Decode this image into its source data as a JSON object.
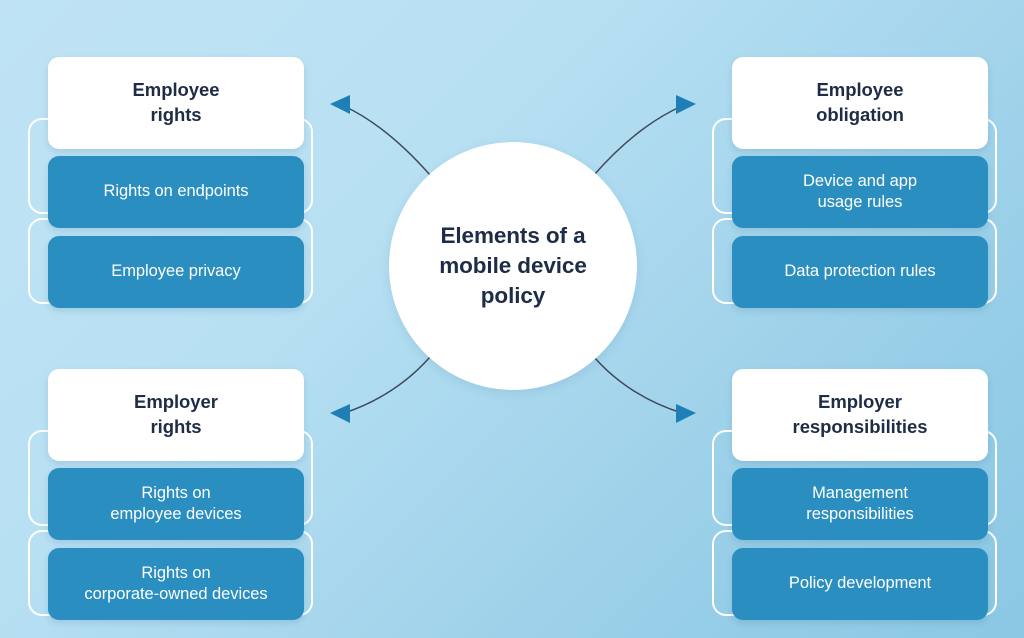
{
  "diagram": {
    "title": "Elements of a mobile device policy",
    "center": {
      "label": "Elements of a\nmobile device\npolicy"
    },
    "colors": {
      "background_top": "#bfe3f4",
      "background_bottom": "#8bc8e4",
      "card_blue": "#2a8ec0",
      "card_white": "#ffffff",
      "heading_text": "#1e2c46",
      "sub_text": "#ffffff",
      "ghost_outline": "#ffffff",
      "arrow_line": "#3e4a5a",
      "arrow_head": "#1d7fb5"
    },
    "quadrants": [
      {
        "id": "employee-rights",
        "position": "top-left",
        "heading": "Employee\nrights",
        "items": [
          {
            "label": "Rights on endpoints"
          },
          {
            "label": "Employee privacy"
          }
        ]
      },
      {
        "id": "employee-obligation",
        "position": "top-right",
        "heading": "Employee\nobligation",
        "items": [
          {
            "label": "Device and app\nusage rules"
          },
          {
            "label": "Data protection rules"
          }
        ]
      },
      {
        "id": "employer-rights",
        "position": "bottom-left",
        "heading": "Employer\nrights",
        "items": [
          {
            "label": "Rights on\nemployee devices"
          },
          {
            "label": "Rights on\ncorporate-owned devices"
          }
        ]
      },
      {
        "id": "employer-responsibilities",
        "position": "bottom-right",
        "heading": "Employer\nresponsibilities",
        "items": [
          {
            "label": "Management\nresponsibilities"
          },
          {
            "label": "Policy development"
          }
        ]
      }
    ],
    "arrows": [
      {
        "id": "arrow-to-employee-rights",
        "from": "center",
        "to": "employee-rights",
        "direction": "up-left"
      },
      {
        "id": "arrow-to-employee-obligation",
        "from": "center",
        "to": "employee-obligation",
        "direction": "up-right"
      },
      {
        "id": "arrow-to-employer-rights",
        "from": "center",
        "to": "employer-rights",
        "direction": "down-left"
      },
      {
        "id": "arrow-to-employer-responsibilities",
        "from": "center",
        "to": "employer-responsibilities",
        "direction": "down-right"
      }
    ]
  }
}
